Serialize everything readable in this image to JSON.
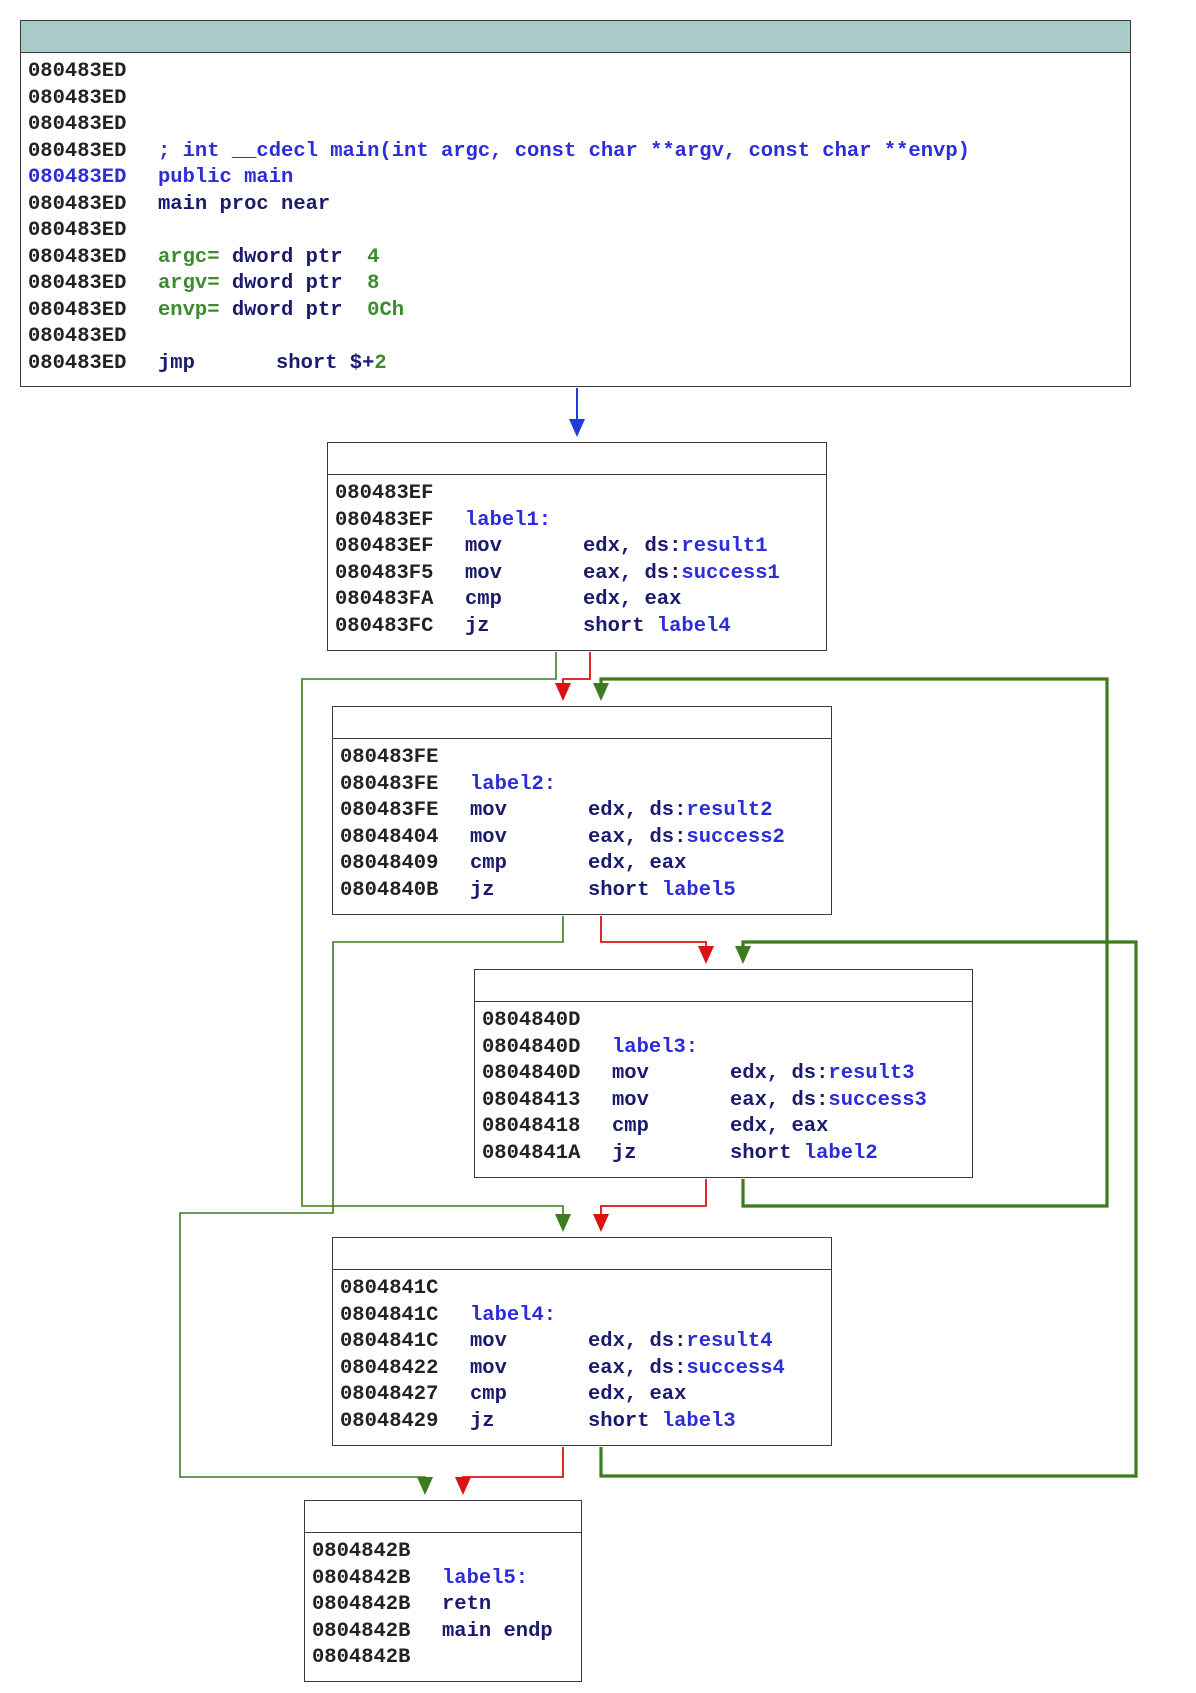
{
  "colors": {
    "header_fill": "#a8cac8",
    "blue_text": "#2c2cd8",
    "green_text": "#3e8a2e",
    "edge_unconditional": "#1f3bd8",
    "edge_true": "#3e7a1e",
    "edge_false": "#dd1111"
  },
  "blocks": {
    "entry": {
      "lines": [
        {
          "addr": "080483ED"
        },
        {
          "addr": "080483ED"
        },
        {
          "addr": "080483ED"
        },
        {
          "addr": "080483ED",
          "comment": "; int __cdecl main(int argc, const char **argv, const char **envp)"
        },
        {
          "addr": "080483ED",
          "text": "public main"
        },
        {
          "addr": "080483ED",
          "text": "main proc near"
        },
        {
          "addr": "080483ED"
        },
        {
          "addr": "080483ED",
          "var": "argc=",
          "decl": "dword ptr ",
          "value": "4"
        },
        {
          "addr": "080483ED",
          "var": "argv=",
          "decl": "dword ptr ",
          "value": "8"
        },
        {
          "addr": "080483ED",
          "var": "envp=",
          "decl": "dword ptr ",
          "value": "0Ch"
        },
        {
          "addr": "080483ED"
        },
        {
          "addr": "080483ED",
          "mnem": "jmp",
          "pre": "short $+",
          "value": "2"
        }
      ]
    },
    "label1": {
      "lines": [
        {
          "addr": "080483EF"
        },
        {
          "addr": "080483EF",
          "label": "label1:"
        },
        {
          "addr": "080483EF",
          "mnem": "mov",
          "ops": "edx, ds:",
          "sym": "result1"
        },
        {
          "addr": "080483F5",
          "mnem": "mov",
          "ops": "eax, ds:",
          "sym": "success1"
        },
        {
          "addr": "080483FA",
          "mnem": "cmp",
          "ops": "edx, eax"
        },
        {
          "addr": "080483FC",
          "mnem": "jz",
          "ops": "short ",
          "sym": "label4"
        }
      ]
    },
    "label2": {
      "lines": [
        {
          "addr": "080483FE"
        },
        {
          "addr": "080483FE",
          "label": "label2:"
        },
        {
          "addr": "080483FE",
          "mnem": "mov",
          "ops": "edx, ds:",
          "sym": "result2"
        },
        {
          "addr": "08048404",
          "mnem": "mov",
          "ops": "eax, ds:",
          "sym": "success2"
        },
        {
          "addr": "08048409",
          "mnem": "cmp",
          "ops": "edx, eax"
        },
        {
          "addr": "0804840B",
          "mnem": "jz",
          "ops": "short ",
          "sym": "label5"
        }
      ]
    },
    "label3": {
      "lines": [
        {
          "addr": "0804840D"
        },
        {
          "addr": "0804840D",
          "label": "label3:"
        },
        {
          "addr": "0804840D",
          "mnem": "mov",
          "ops": "edx, ds:",
          "sym": "result3"
        },
        {
          "addr": "08048413",
          "mnem": "mov",
          "ops": "eax, ds:",
          "sym": "success3"
        },
        {
          "addr": "08048418",
          "mnem": "cmp",
          "ops": "edx, eax"
        },
        {
          "addr": "0804841A",
          "mnem": "jz",
          "ops": "short ",
          "sym": "label2"
        }
      ]
    },
    "label4": {
      "lines": [
        {
          "addr": "0804841C"
        },
        {
          "addr": "0804841C",
          "label": "label4:"
        },
        {
          "addr": "0804841C",
          "mnem": "mov",
          "ops": "edx, ds:",
          "sym": "result4"
        },
        {
          "addr": "08048422",
          "mnem": "mov",
          "ops": "eax, ds:",
          "sym": "success4"
        },
        {
          "addr": "08048427",
          "mnem": "cmp",
          "ops": "edx, eax"
        },
        {
          "addr": "08048429",
          "mnem": "jz",
          "ops": "short ",
          "sym": "label3"
        }
      ]
    },
    "label5": {
      "lines": [
        {
          "addr": "0804842B"
        },
        {
          "addr": "0804842B",
          "label": "label5:"
        },
        {
          "addr": "0804842B",
          "mnem": "retn"
        },
        {
          "addr": "0804842B",
          "text": "main endp"
        },
        {
          "addr": "0804842B"
        }
      ]
    }
  },
  "edges": [
    {
      "from": "entry",
      "to": "label1",
      "kind": "unconditional"
    },
    {
      "from": "label1",
      "to": "label2",
      "kind": "false"
    },
    {
      "from": "label1",
      "to": "label4",
      "kind": "true"
    },
    {
      "from": "label2",
      "to": "label3",
      "kind": "false"
    },
    {
      "from": "label2",
      "to": "label5",
      "kind": "true"
    },
    {
      "from": "label3",
      "to": "label4",
      "kind": "false"
    },
    {
      "from": "label3",
      "to": "label2",
      "kind": "true"
    },
    {
      "from": "label4",
      "to": "label5",
      "kind": "false"
    },
    {
      "from": "label4",
      "to": "label3",
      "kind": "true"
    }
  ]
}
